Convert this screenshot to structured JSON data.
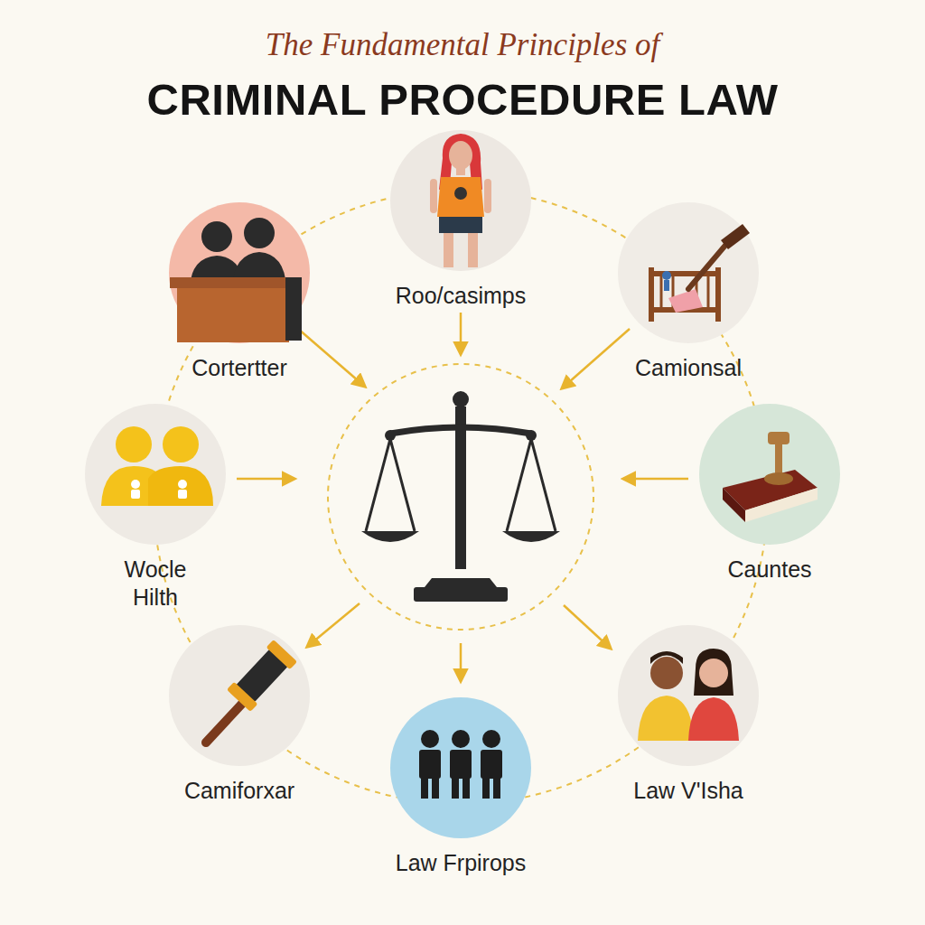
{
  "diagram": {
    "title": "CRIMINAL PROCEDURE LAW",
    "nodes": [
      {
        "text": [
          "Roo/casimps"
        ]
      },
      {
        "text": [
          "Cortertter"
        ]
      },
      {
        "text": [
          "Camionsal"
        ]
      },
      {
        "text": [
          "Wocle Hilth"
        ]
      },
      {
        "text": [
          "Cauntes"
        ]
      },
      {
        "text": [
          "Camiforxar"
        ]
      },
      {
        "text": [
          "Law V'Isha"
        ]
      },
      {
        "text": [
          "Law Frpirops"
        ]
      }
    ],
    "labels": [
      "The Fundamental Principles of"
    ]
  }
}
